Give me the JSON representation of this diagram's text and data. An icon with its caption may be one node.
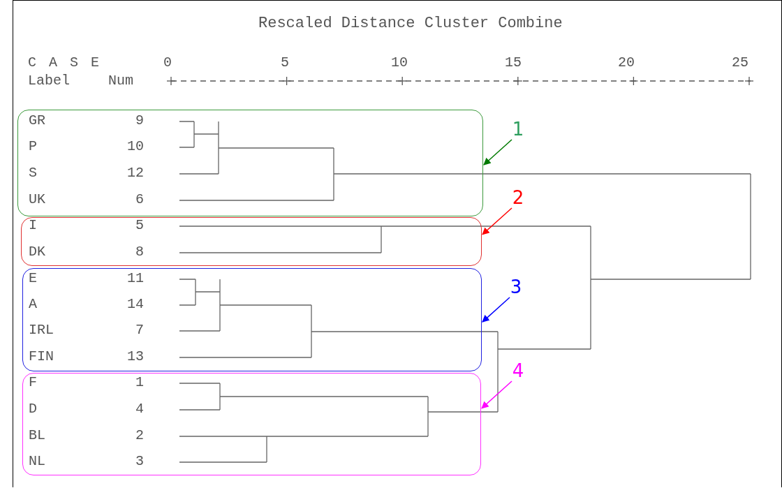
{
  "diagram": {
    "title": "Rescaled Distance Cluster Combine",
    "nodes": [
      {
        "text": [
          "GR",
          "9",
          "P",
          "10",
          "S",
          "12",
          "UK",
          "6"
        ]
      },
      {
        "text": [
          "I",
          "5",
          "DK",
          "8"
        ]
      },
      {
        "text": [
          "E",
          "11",
          "A",
          "14",
          "IRL",
          "7",
          "FIN",
          "13"
        ]
      },
      {
        "text": [
          "F",
          "1",
          "D",
          "4",
          "BL",
          "2",
          "NL",
          "3"
        ]
      },
      {
        "text": [
          "1"
        ]
      },
      {
        "text": [
          "2"
        ]
      },
      {
        "text": [
          "3"
        ]
      },
      {
        "text": [
          "4"
        ]
      }
    ],
    "edges": [
      {
        "from": 4,
        "to": 0,
        "arrow": "to",
        "color": "#007a00"
      },
      {
        "from": 5,
        "to": 1,
        "arrow": "to",
        "color": "#ff0000"
      },
      {
        "from": 6,
        "to": 2,
        "arrow": "to",
        "color": "#0000ff"
      },
      {
        "from": 7,
        "to": 3,
        "arrow": "to",
        "color": "#ff00ff"
      }
    ],
    "labels": [
      "C A S E",
      "0",
      "5",
      "10",
      "15",
      "20",
      "25",
      "Label",
      "Num"
    ]
  }
}
